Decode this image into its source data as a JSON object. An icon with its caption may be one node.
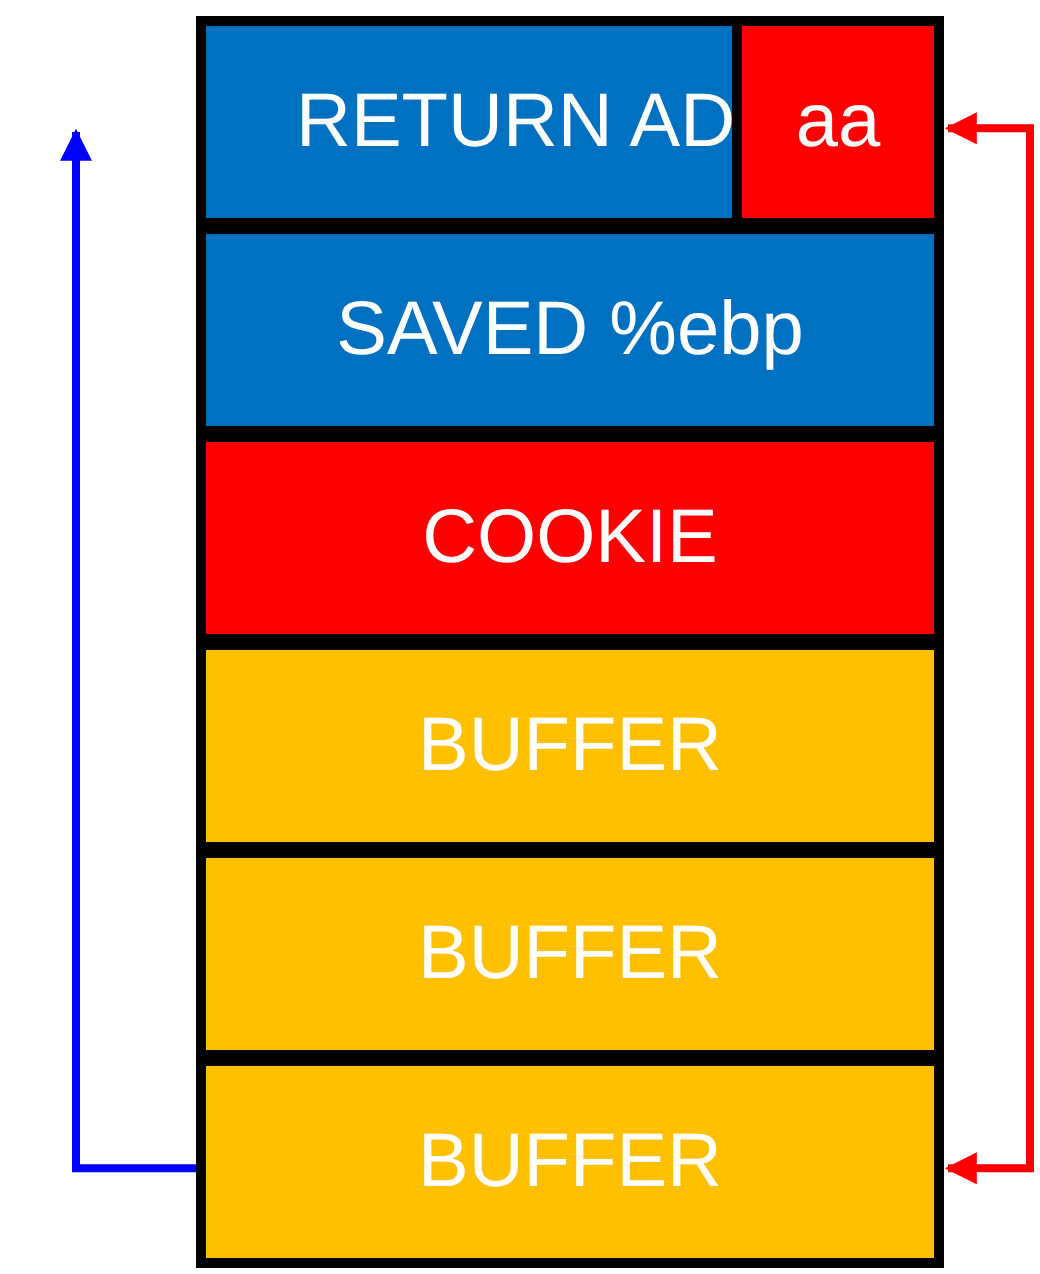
{
  "diagram": {
    "nodes": [
      {
        "text": [
          "RETURN AD"
        ]
      },
      {
        "text": [
          "aa"
        ],
        "in": 0
      },
      {
        "text": [
          "SAVED %ebp"
        ]
      },
      {
        "text": [
          "COOKIE"
        ]
      },
      {
        "text": [
          "BUFFER"
        ]
      },
      {
        "text": [
          "BUFFER"
        ]
      },
      {
        "text": [
          "BUFFER"
        ]
      }
    ],
    "edges": [
      {
        "from": 6,
        "to": null,
        "arrow": "to",
        "color": "#0000ff"
      },
      {
        "from": 6,
        "to": 1,
        "arrow": "both",
        "color": "#ff0000"
      }
    ]
  }
}
